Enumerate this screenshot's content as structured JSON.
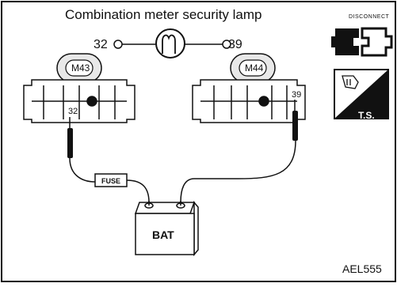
{
  "diagram": {
    "title": "Combination meter security lamp",
    "lamp": {
      "pin_left": "32",
      "pin_right": "39"
    },
    "connectors": [
      {
        "id": "M43",
        "pin": "32"
      },
      {
        "id": "M44",
        "pin": "39"
      }
    ],
    "fuse_label": "FUSE",
    "battery_label": "BAT",
    "disconnect_icon_label": "DISCONNECT",
    "ts_icon_label": "T.S.",
    "reference_code": "AEL555"
  }
}
